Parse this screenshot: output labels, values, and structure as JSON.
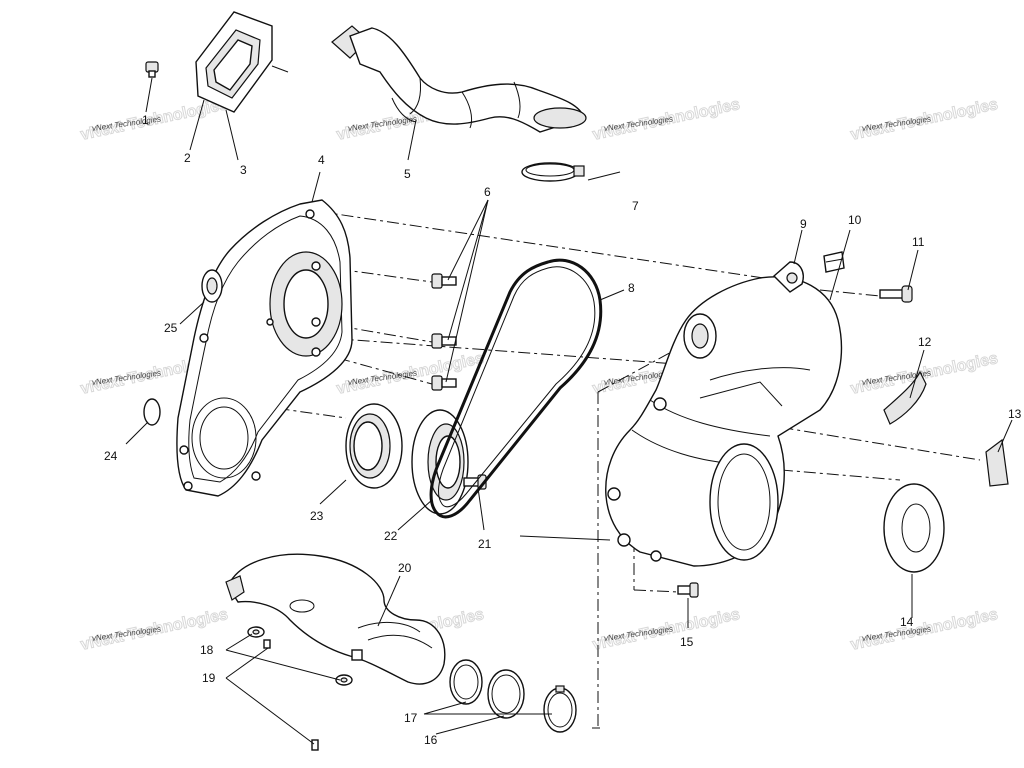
{
  "diagram": {
    "watermark": "vNext Technologies",
    "callouts": {
      "c1": "1",
      "c2": "2",
      "c3": "3",
      "c4": "4",
      "c5": "5",
      "c6": "6",
      "c7": "7",
      "c8": "8",
      "c9": "9",
      "c10": "10",
      "c11": "11",
      "c12": "12",
      "c13": "13",
      "c14": "14",
      "c15": "15",
      "c16": "16",
      "c17": "17",
      "c18": "18",
      "c19": "19",
      "c20": "20",
      "c21": "21",
      "c22": "22",
      "c23": "23",
      "c24": "24",
      "c25": "25"
    }
  }
}
